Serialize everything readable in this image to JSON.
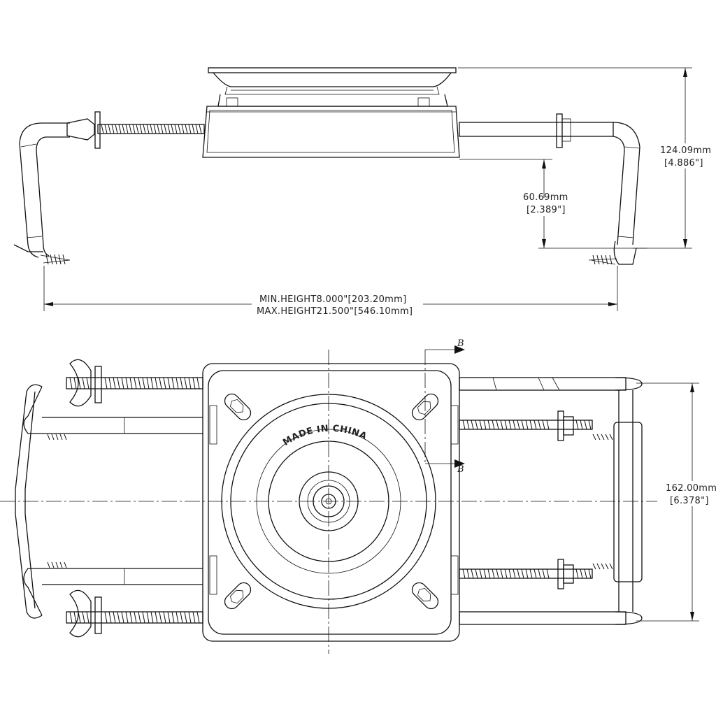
{
  "elevation_view": {
    "dim_overall_height_mm": "124.09mm",
    "dim_overall_height_in": "[4.886\"]",
    "dim_base_height_mm": "60.69mm",
    "dim_base_height_in": "[2.389\"]",
    "min_height": "MIN.HEIGHT8.000\"[203.20mm]",
    "max_height": "MAX.HEIGHT21.500\"[546.10mm]"
  },
  "plan_view": {
    "plate_marking": "MADE IN CHINA",
    "width_mm": "162.00mm",
    "width_in": "[6.378\"]",
    "section_label_top": "B",
    "section_label_bottom": "B"
  }
}
